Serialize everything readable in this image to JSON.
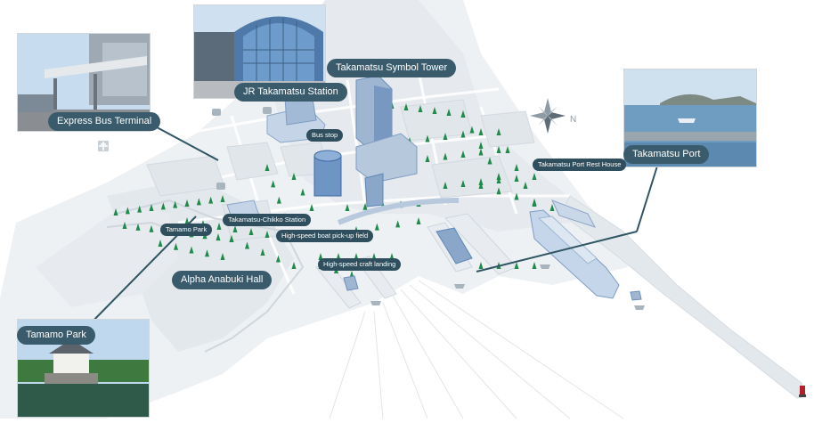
{
  "labels": {
    "express_bus_terminal": "Express Bus Terminal",
    "jr_takamatsu_station": "JR Takamatsu Station",
    "takamatsu_symbol_tower": "Takamatsu Symbol Tower",
    "takamatsu_port": "Takamatsu Port",
    "takamatsu_port_rest_house": "Takamatsu Port Rest House",
    "bus_stop": "Bus stop",
    "takamatsu_chikko_station": "Takamatsu-Chikko Station",
    "tamamo_park_small": "Tamamo Park",
    "high_speed_boat_pickup": "High-speed boat pick-up field",
    "high_speed_craft_landing": "High-speed craft landing",
    "alpha_anabuki_hall": "Alpha Anabuki Hall",
    "tamamo_park": "Tamamo Park"
  },
  "icons": {
    "compass": "compass-rose-icon",
    "north_letter": "N",
    "airport": "airplane-icon",
    "bus": "bus-icon",
    "ferry": "ferry-icon",
    "lighthouse": "lighthouse-icon"
  },
  "colors": {
    "ground": "#eef1f4",
    "road": "#dfe4e9",
    "block": "#e8ecf0",
    "water_line": "#e4e8ec",
    "building": "#b9cbe0",
    "building_dark": "#5d86b8",
    "tree": "#1f8a4a",
    "label_bg": "#3a5b6b",
    "leader_line": "#2f5563",
    "ship": "#c5d6ea"
  }
}
